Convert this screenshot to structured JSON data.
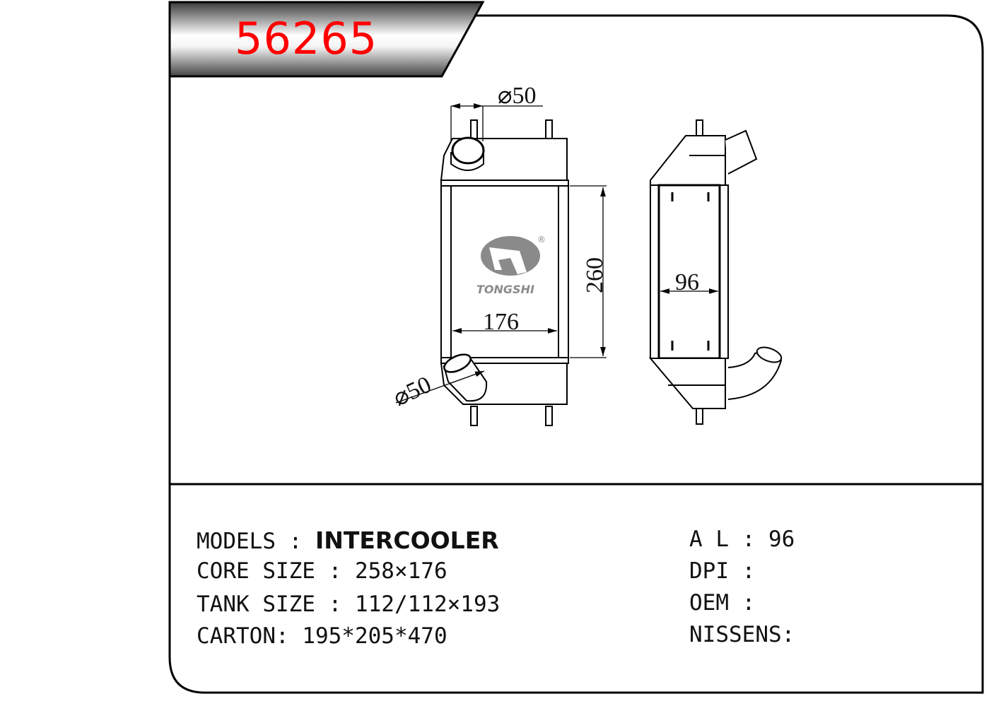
{
  "header": {
    "part_number": "56265",
    "accent_color": "#ff0000"
  },
  "drawing": {
    "front_view": {
      "inlet_diameter": "⌀50",
      "outlet_diameter": "⌀50",
      "core_width": "176",
      "core_height": "260"
    },
    "side_view": {
      "core_depth": "96"
    },
    "logo": {
      "brand": "TONGSHI",
      "registered": "®"
    }
  },
  "specs": {
    "left": [
      {
        "label": "MODELS : ",
        "value": "INTERCOOLER"
      },
      {
        "label": "CORE SIZE : ",
        "value": "258×176"
      },
      {
        "label": "TANK SIZE : ",
        "value": "112/112×193"
      },
      {
        "label": "CARTON: ",
        "value": "195*205*470"
      }
    ],
    "right": [
      {
        "label": "A L : ",
        "value": "96"
      },
      {
        "label": "DPI : ",
        "value": ""
      },
      {
        "label": "OEM : ",
        "value": ""
      },
      {
        "label": "NISSENS:",
        "value": ""
      }
    ]
  }
}
